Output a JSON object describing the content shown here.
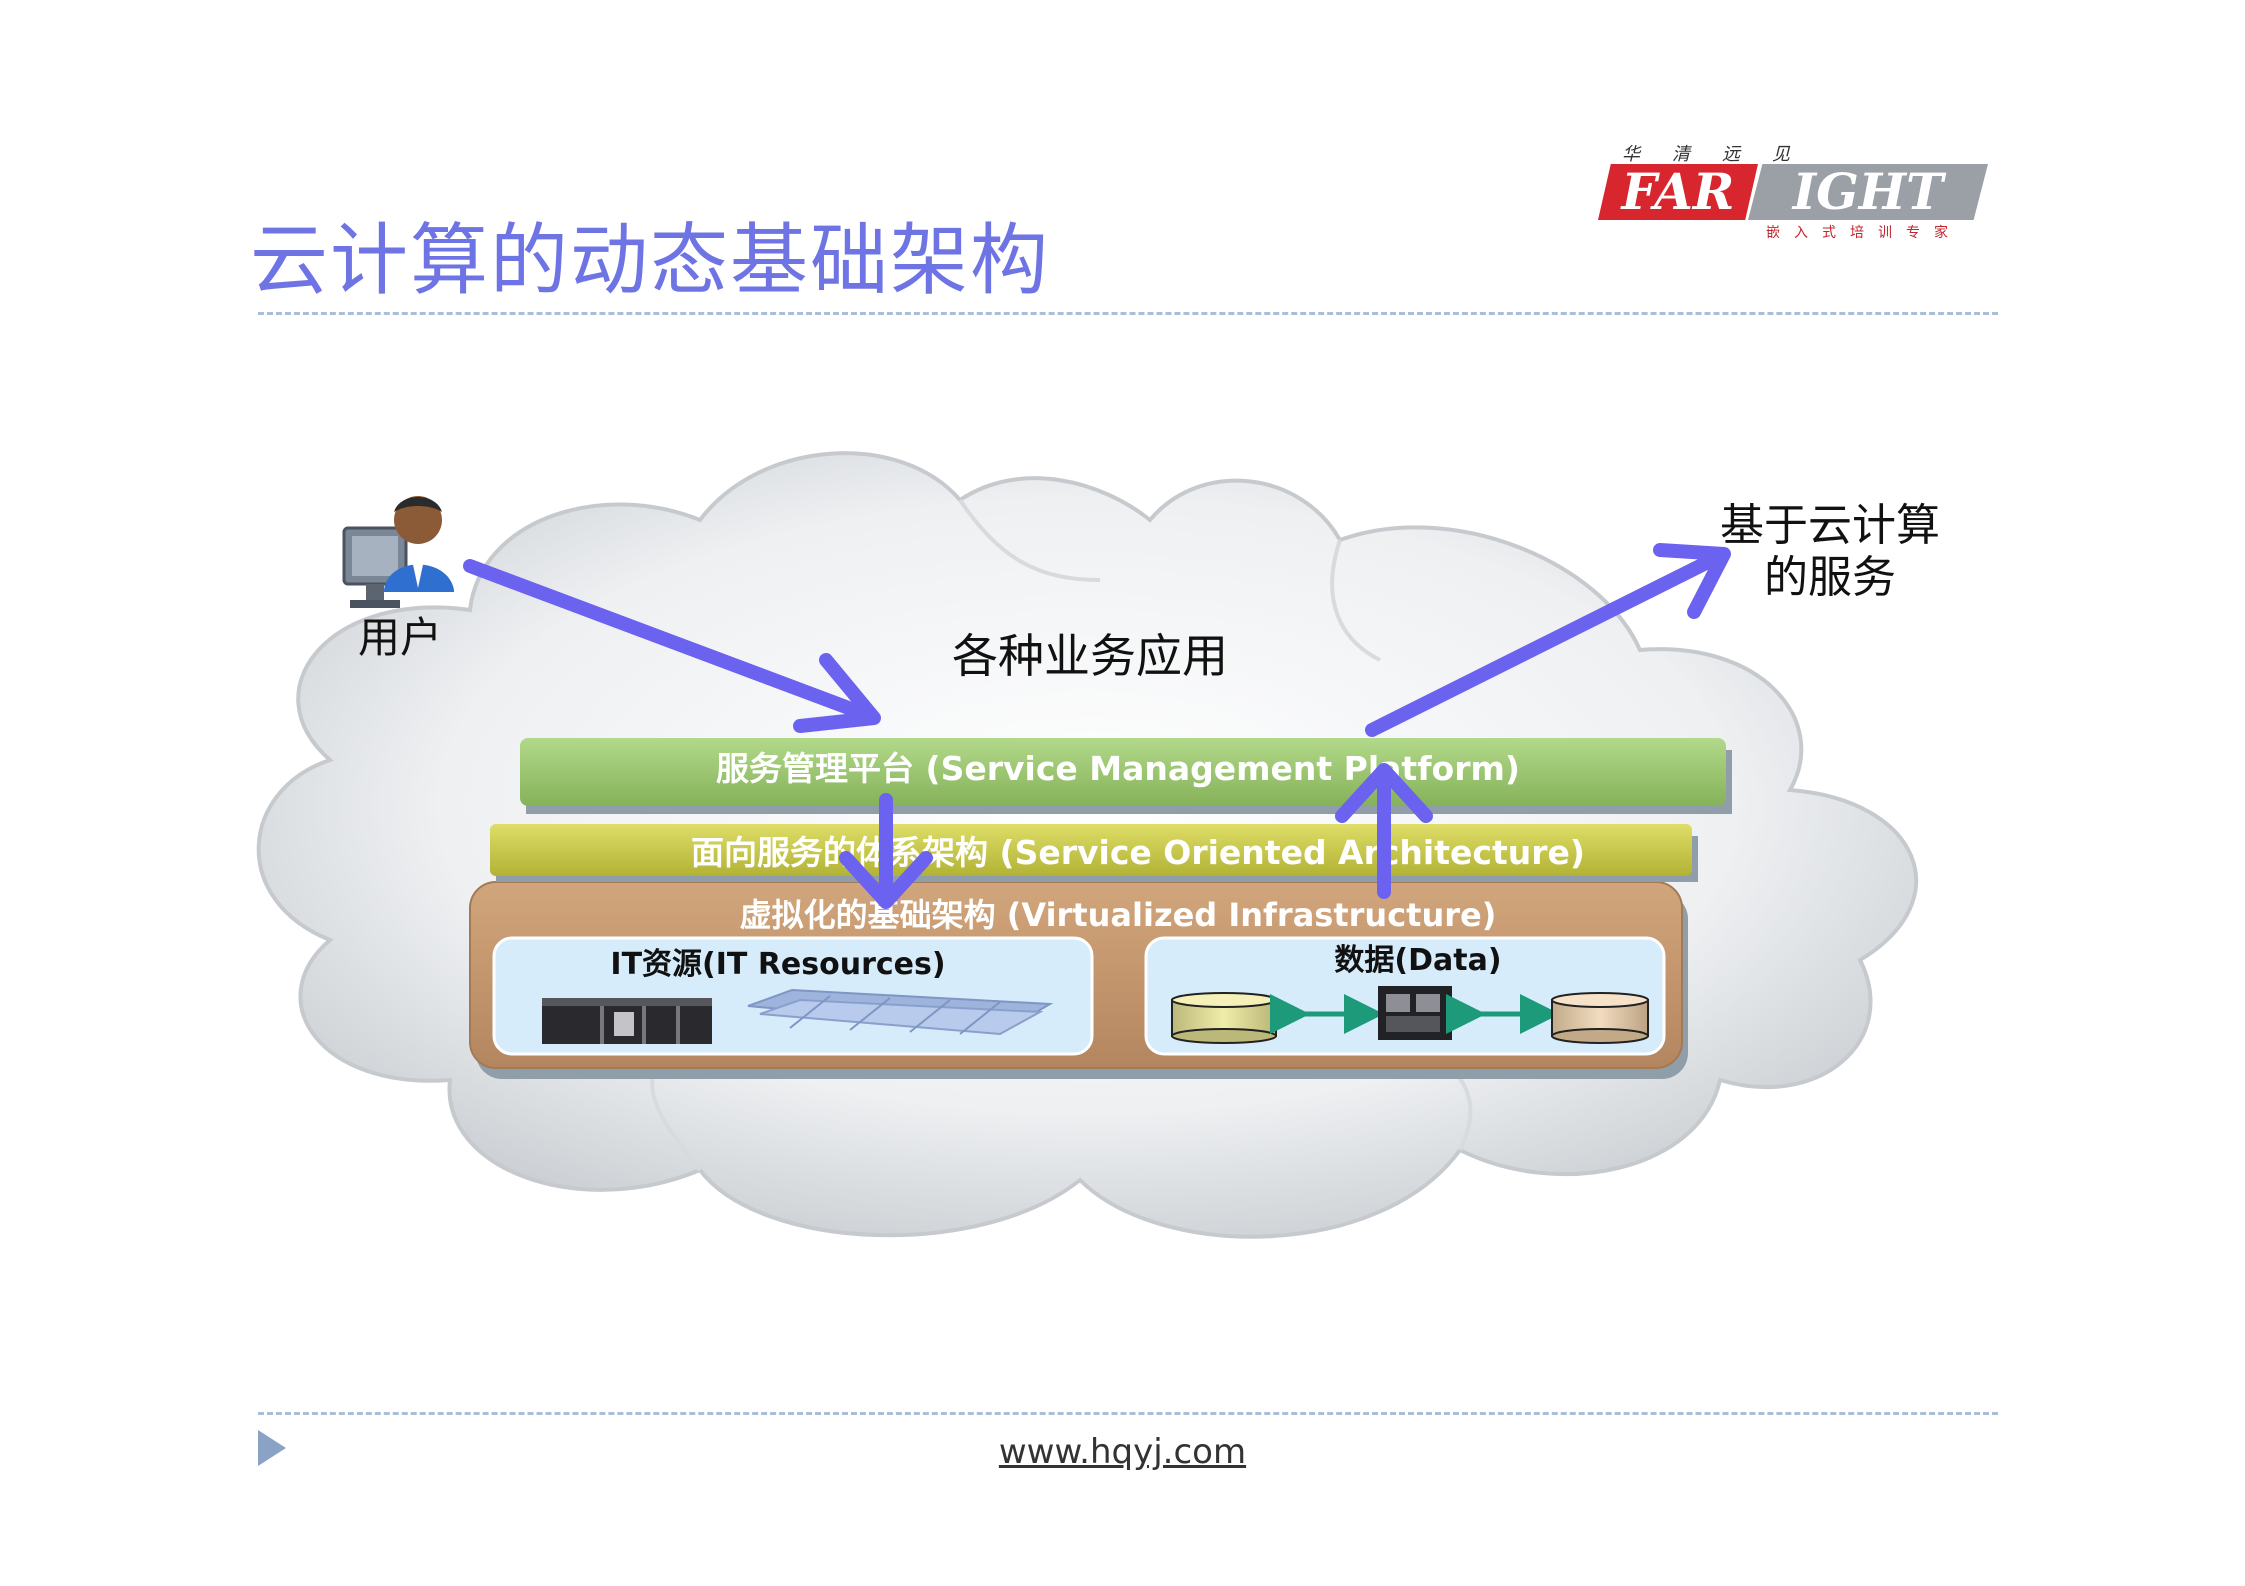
{
  "slide": {
    "title": "云计算的动态基础架构",
    "footer_url": "www.hqyj.com"
  },
  "logo": {
    "top_chars": "华清远见",
    "far": "FAR",
    "ight": "IGHT",
    "tagline": "嵌入式培训专家"
  },
  "diagram": {
    "user_label": "用户",
    "service_label_line1": "基于云计算",
    "service_label_line2": "的服务",
    "apps_label": "各种业务应用",
    "layers": {
      "smp": "服务管理平台 (Service Management Platform)",
      "soa": "面向服务的体系架构 (Service Oriented Architecture)",
      "vi": "虚拟化的基础架构 (Virtualized Infrastructure)"
    },
    "it_resources_label": "IT资源(IT  Resources)",
    "data_label": "数据(Data)"
  },
  "colors": {
    "title": "#6f74e4",
    "arrow": "#6b63f0",
    "smp_bar": "#9cc46f",
    "soa_bar": "#c8c84a",
    "vi_bar": "#c49a72",
    "panel": "#d6ecfa"
  }
}
